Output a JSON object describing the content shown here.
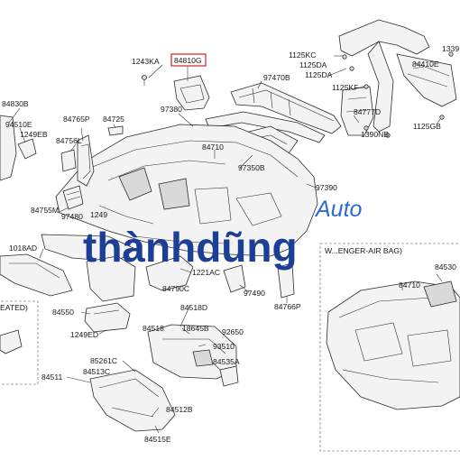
{
  "labels": {
    "p84810G": "84810G",
    "p1243KA": "1243KA",
    "p84830B": "84830B",
    "p94510E": "94510E",
    "p1249EB": "1249EB",
    "p84765P": "84765P",
    "p84725": "84725",
    "p84756L": "84756L",
    "p97380": "97380",
    "p97470B": "97470B",
    "p1125KC": "1125KC",
    "p1125DA_a": "1125DA",
    "p1125DA_b": "1125DA",
    "p1125KF": "1125KF",
    "p1339": "1339",
    "p84410E": "84410E",
    "p84777D": "84777D",
    "p1125GB": "1125GB",
    "p1390NB": "1390NB",
    "p84710_main": "84710",
    "p97350B": "97350B",
    "p97390": "97390",
    "p84755M": "84755M",
    "p97480": "97480",
    "p1249_partial": "1249",
    "p1018AD": "1018AD",
    "p1221AC": "1221AC",
    "p84790C": "84790C",
    "p97490": "97490",
    "p84766P": "84766P",
    "p84518D": "84518D",
    "p84550": "84550",
    "p1249ED": "1249ED",
    "p84518": "84518",
    "p18645B": "18645B",
    "p92650": "92650",
    "p93510": "93510",
    "p84535A": "84535A",
    "p85261C": "85261C",
    "p84513C": "84513C",
    "p84511": "84511",
    "p84512B": "84512B",
    "p84515E": "84515E",
    "p84530": "84530",
    "p84710_box": "84710"
  },
  "boxes": {
    "passenger_airbag_title": "W...ENGER-AIR BAG)",
    "heated_title": "EATED)"
  },
  "watermark": {
    "main": "thànhdũng",
    "sub": "Auto"
  },
  "colors": {
    "brand_main": "#1b3f94",
    "brand_sub": "#2c6ad6",
    "highlight": "#d42020"
  }
}
